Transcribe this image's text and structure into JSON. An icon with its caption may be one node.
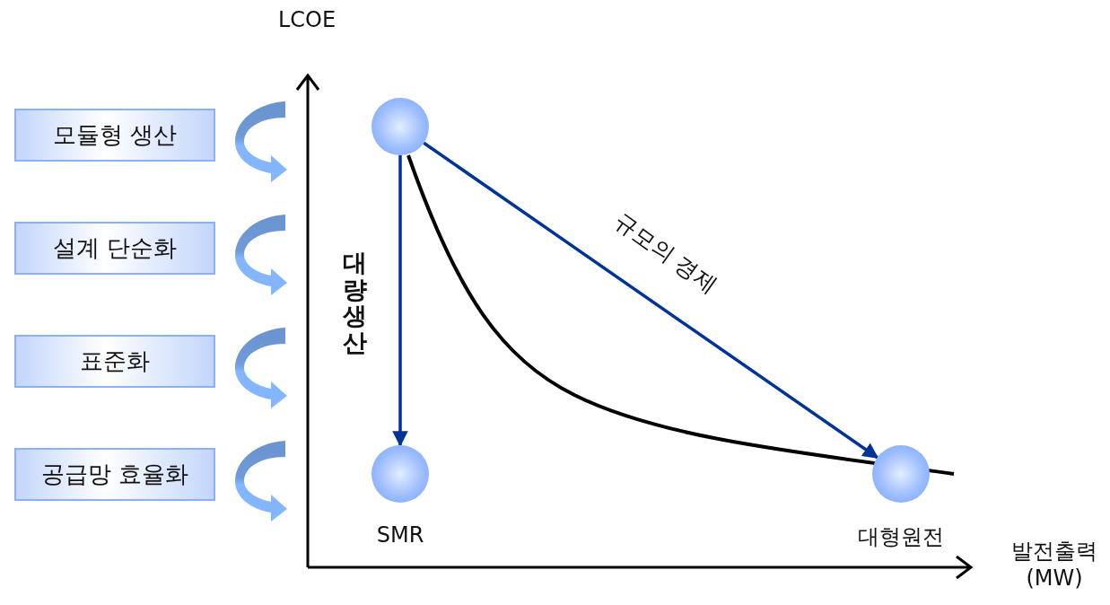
{
  "diagram": {
    "nodes": [
      {
        "text": [
          "모듈형 생산"
        ]
      },
      {
        "text": [
          "설계 단순화"
        ]
      },
      {
        "text": [
          "표준화"
        ]
      },
      {
        "text": [
          "공급망 효율화"
        ]
      },
      {
        "text": [],
        "shape": "circle"
      },
      {
        "text": [],
        "shape": "circle",
        "beside": [
          "SMR"
        ]
      },
      {
        "text": [],
        "shape": "circle",
        "beside": [
          "대형원전"
        ]
      }
    ],
    "edges": [
      {
        "from": 4,
        "to": 5,
        "arrow": "to",
        "label": "대량생산"
      },
      {
        "from": 4,
        "to": 6,
        "arrow": "to",
        "label": "규모의 경제"
      }
    ],
    "labels": [
      "LCOE",
      "발전출력 (MW)"
    ]
  }
}
